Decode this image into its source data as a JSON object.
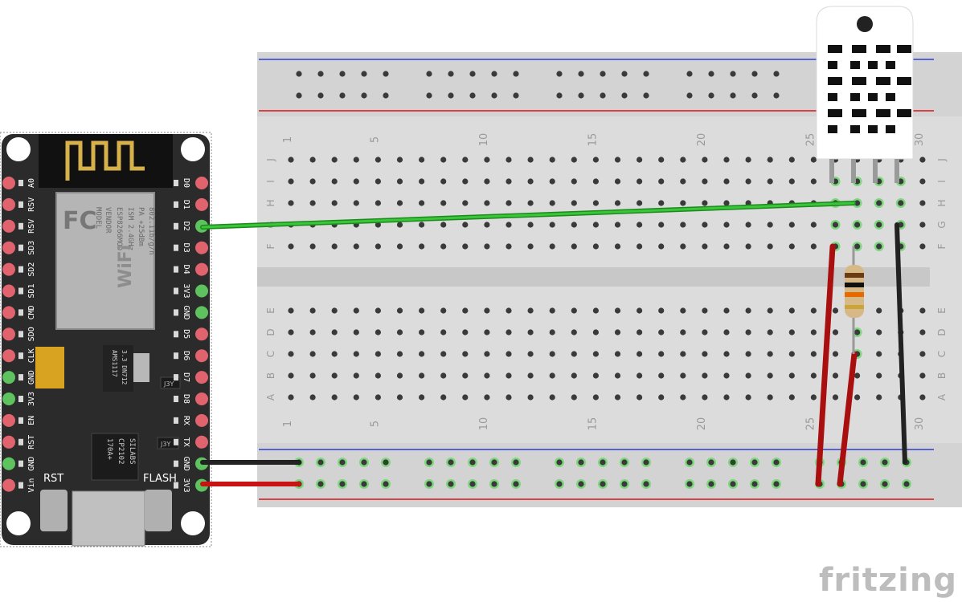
{
  "brand": "fritzing",
  "breadboard": {
    "column_numbers": [
      "1",
      "5",
      "10",
      "15",
      "20",
      "25",
      "30"
    ],
    "row_labels_top": [
      "J",
      "I",
      "H",
      "G",
      "F"
    ],
    "row_labels_bottom": [
      "E",
      "D",
      "C",
      "B",
      "A"
    ]
  },
  "nodemcu": {
    "left_pins": [
      "A0",
      "RSV",
      "RSV",
      "SD3",
      "SD2",
      "SD1",
      "CMD",
      "SDO",
      "CLK",
      "GND",
      "3V3",
      "EN",
      "RST",
      "GND",
      "Vin"
    ],
    "right_pins": [
      "D0",
      "D1",
      "D2",
      "D3",
      "D4",
      "3V3",
      "GND",
      "D5",
      "D6",
      "D7",
      "D8",
      "RX",
      "TX",
      "GND",
      "3V3"
    ],
    "buttons": [
      "RST",
      "FLASH"
    ],
    "module_text": [
      "MODEL",
      "VENDOR",
      "ESP8266MOD",
      "ISM 2.4GHz",
      "PA +25dBm",
      "802.11b/g/n"
    ],
    "module_logo": "FC",
    "wifi_logo": "WiFi",
    "usb_chip": [
      "SILABS",
      "CP2102",
      "170A+"
    ],
    "regulator": [
      "AMS1117",
      "3.3 DN712"
    ],
    "small_chips": [
      "J3Y",
      "J3Y"
    ]
  },
  "colors": {
    "board_bg": "#dcdcdc",
    "nodemcu_bg": "#2b2b2b",
    "pin_red": "#e0636e",
    "pin_green": "#5ec25e",
    "wire_green": "#2fb02f",
    "wire_red": "#c81414",
    "wire_black": "#222222",
    "rail_blue": "#2d3ecf",
    "rail_red": "#d7141a"
  }
}
